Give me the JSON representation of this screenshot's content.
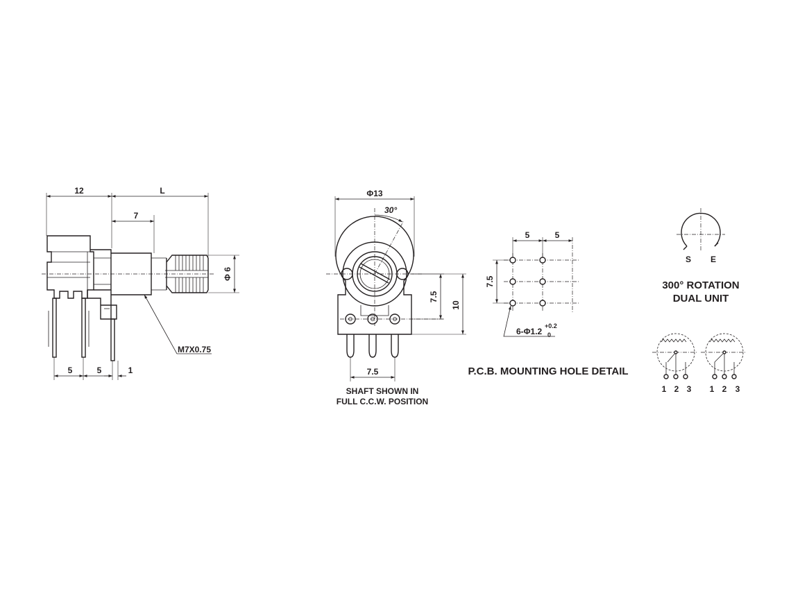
{
  "side_view": {
    "dim_12": "12",
    "dim_L": "L",
    "dim_7": "7",
    "dim_phi6": "Φ 6",
    "thread": "M7X0.75",
    "dim_5a": "5",
    "dim_5b": "5",
    "dim_1": "1"
  },
  "front_view": {
    "dim_phi13": "Φ13",
    "angle": "30°",
    "dim_7_5_vertical": "7.5",
    "dim_10": "10",
    "dim_7_5_bottom": "7.5",
    "note_line1": "SHAFT SHOWN IN",
    "note_line2": "FULL C.C.W. POSITION"
  },
  "pcb": {
    "dim_5a": "5",
    "dim_5b": "5",
    "dim_7_5": "7.5",
    "hole_main": "6-Φ1.2",
    "hole_tol_upper": "+0.2",
    "hole_tol_lower": "0",
    "title": "P.C.B. MOUNTING HOLE DETAIL"
  },
  "rotation": {
    "label_s": "S",
    "label_e": "E",
    "line1": "300° ROTATION",
    "line2": "DUAL UNIT"
  },
  "schematic": {
    "unit1_pins": [
      "1",
      "2",
      "3"
    ],
    "unit2_pins": [
      "1",
      "2",
      "3"
    ]
  }
}
